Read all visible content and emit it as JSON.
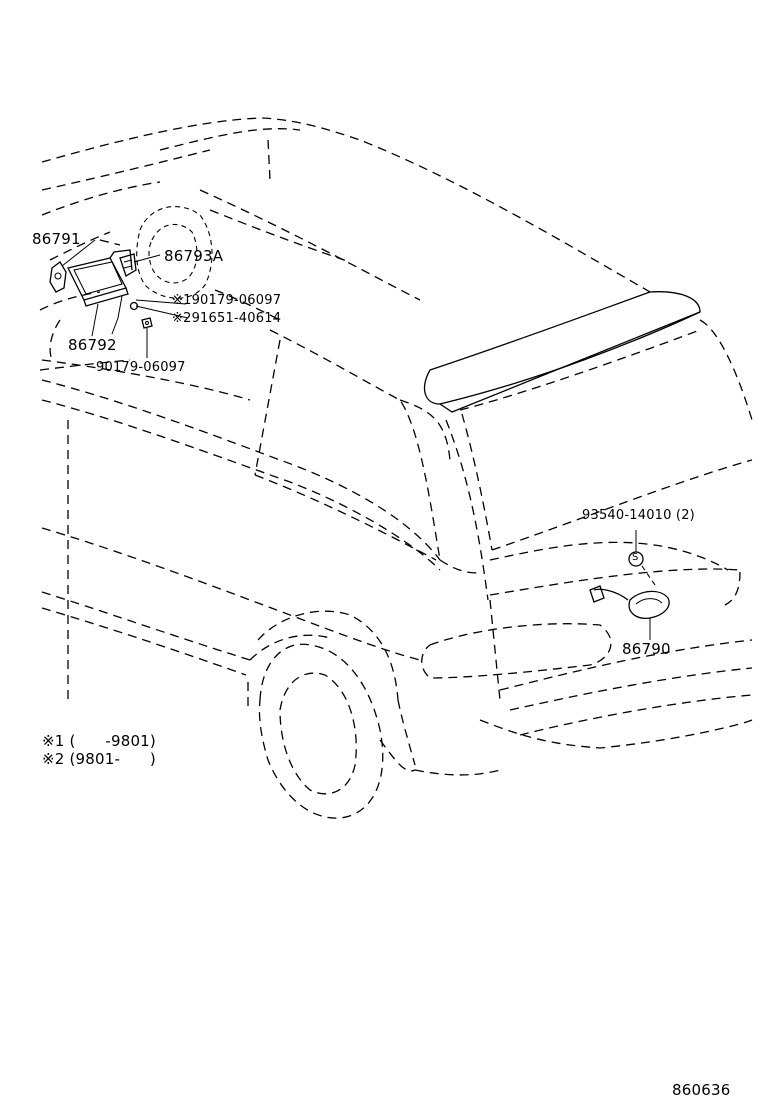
{
  "diagram": {
    "callouts": {
      "p86791": "86791",
      "p86793a": "86793A",
      "p86792": "86792",
      "p90179_06097_1": "※190179-06097",
      "p91651_40614": "※291651-40614",
      "p90179_06097": "90179-06097",
      "p93540_14010": "93540-14010 (2)",
      "p86790": "86790",
      "s_mark": "S"
    },
    "notes": {
      "note1": "※1 (      -9801)",
      "note2": "※2 (9801-      )"
    },
    "figure_number": "860636"
  }
}
